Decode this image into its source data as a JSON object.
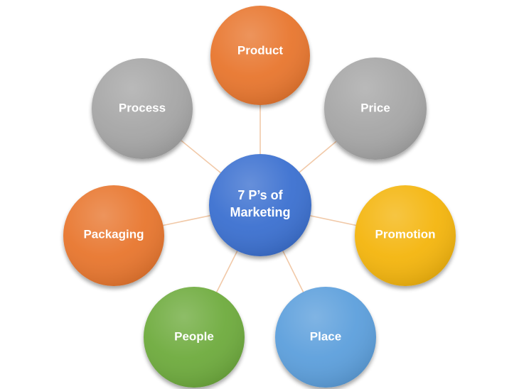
{
  "center": {
    "line1": "7 P’s of",
    "line2": "Marketing",
    "color": "#3b6fd0"
  },
  "nodes": [
    {
      "id": "product",
      "label": "Product",
      "color": "#e8762d"
    },
    {
      "id": "price",
      "label": "Price",
      "color": "#a6a6a6"
    },
    {
      "id": "promotion",
      "label": "Promotion",
      "color": "#f4b511"
    },
    {
      "id": "place",
      "label": "Place",
      "color": "#5c9fdc"
    },
    {
      "id": "people",
      "label": "People",
      "color": "#6eab3e"
    },
    {
      "id": "packaging",
      "label": "Packaging",
      "color": "#e8762d"
    },
    {
      "id": "process",
      "label": "Process",
      "color": "#a6a6a6"
    }
  ],
  "connector_color": "#f1c9a8"
}
